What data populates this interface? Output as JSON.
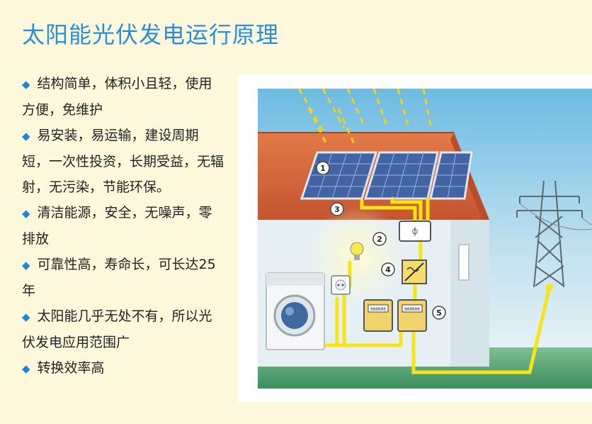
{
  "title": "太阳能光伏发电运行原理",
  "bullets": [
    "结构简单，体积小且轻，使用方便，免维护",
    "易安装，易运输，建设周期短，一次性投资，长期受益，无辐射，无污染，节能环保。",
    "清洁能源，安全，无噪声，零排放",
    "可靠性高，寿命长，可长达25年",
    "太阳能几乎无处不有，所以光伏发电应用范围广",
    "转换效率高"
  ],
  "diagram": {
    "labels": [
      "1",
      "2",
      "3",
      "4",
      "5"
    ],
    "meter_display": "000000",
    "colors": {
      "roof": "#d8663a",
      "wire": "#f7e316",
      "wall": "#e4eef3",
      "sky": "#7cc2e4",
      "grass": "#4d9c6c",
      "title": "#2a8fd6"
    }
  }
}
